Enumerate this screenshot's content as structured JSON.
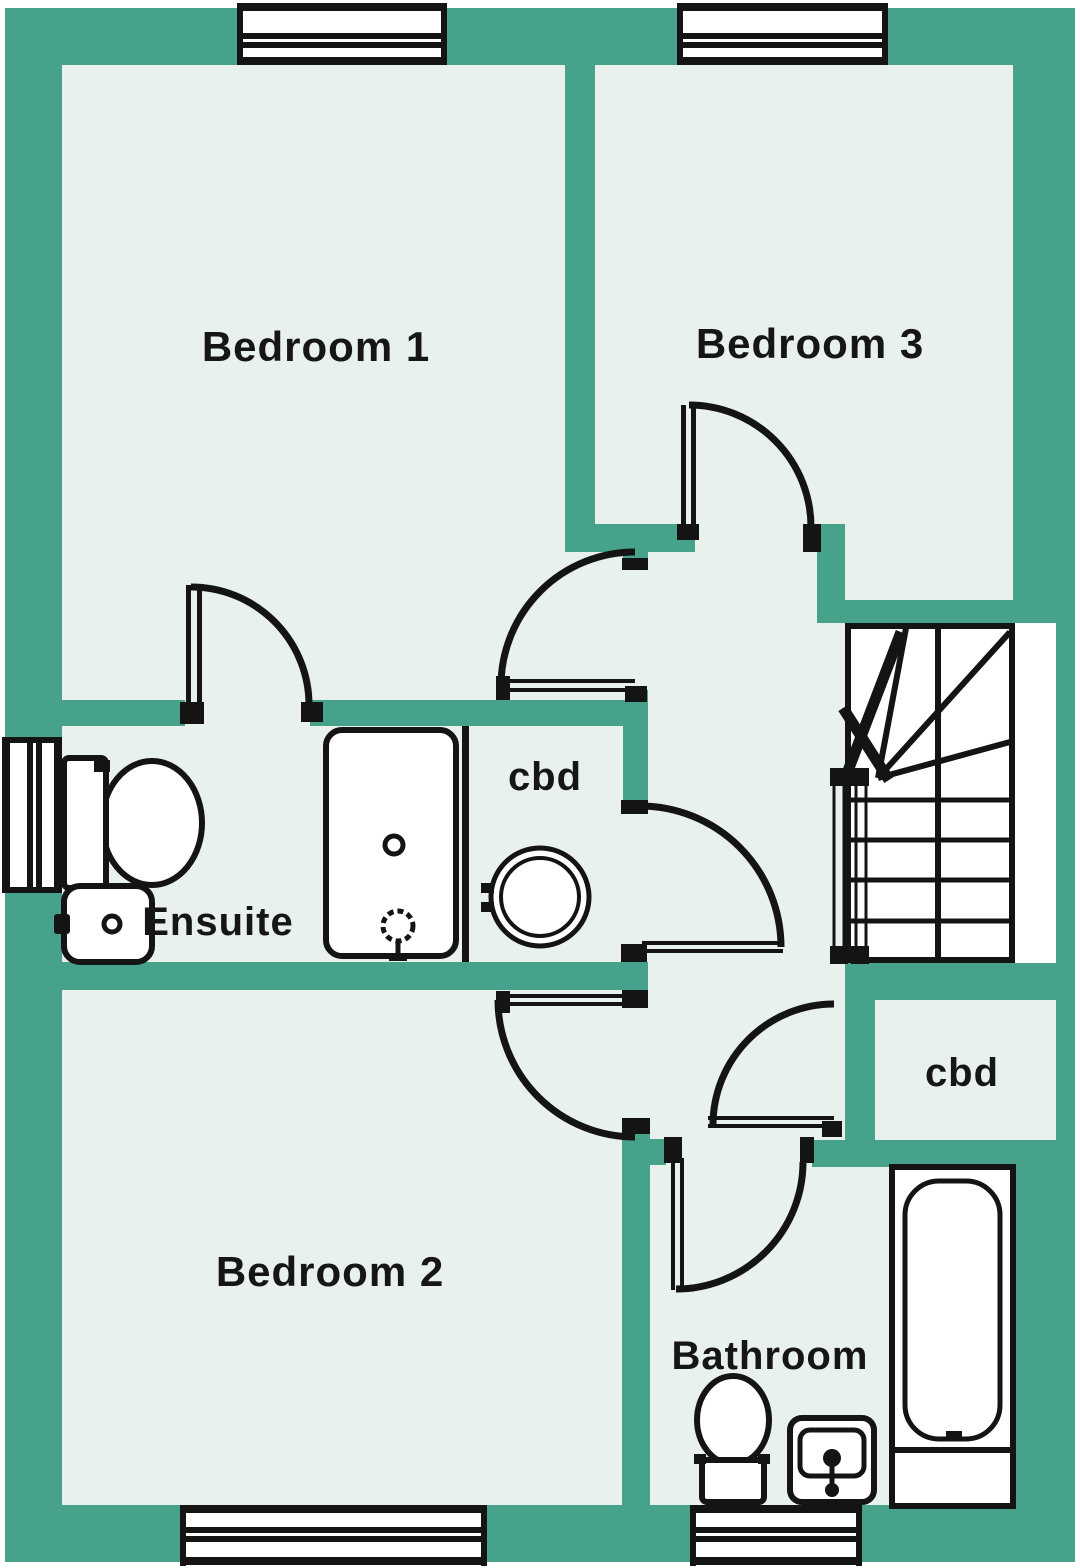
{
  "colors": {
    "wall_teal": "#47a28b",
    "room_mint": "#e9f1ed",
    "line_black": "#141414",
    "fixture_white": "#ffffff",
    "label_text": "#161616"
  },
  "labels": {
    "bedroom1": "Bedroom 1",
    "bedroom3": "Bedroom 3",
    "bedroom2": "Bedroom 2",
    "ensuite": "Ensuite",
    "bathroom": "Bathroom",
    "cbd_middle": "cbd",
    "cbd_right": "cbd"
  },
  "fixtures": {
    "ensuite": [
      "toilet",
      "washbasin",
      "shower-tray"
    ],
    "middle_cupboard": [
      "hot-water-cylinder"
    ],
    "bathroom": [
      "bath",
      "toilet",
      "washbasin"
    ],
    "landing": [
      "staircase-winder",
      "stair-railing"
    ]
  },
  "windows": [
    "bedroom1-top-window",
    "bedroom3-top-window",
    "ensuite-left-window",
    "bedroom2-bottom-window",
    "bathroom-bottom-window"
  ],
  "doors": [
    "ensuite-door",
    "bedroom1-door",
    "bedroom3-door",
    "cbd-middle-door",
    "bedroom2-door",
    "bathroom-door",
    "cbd-right-door"
  ]
}
